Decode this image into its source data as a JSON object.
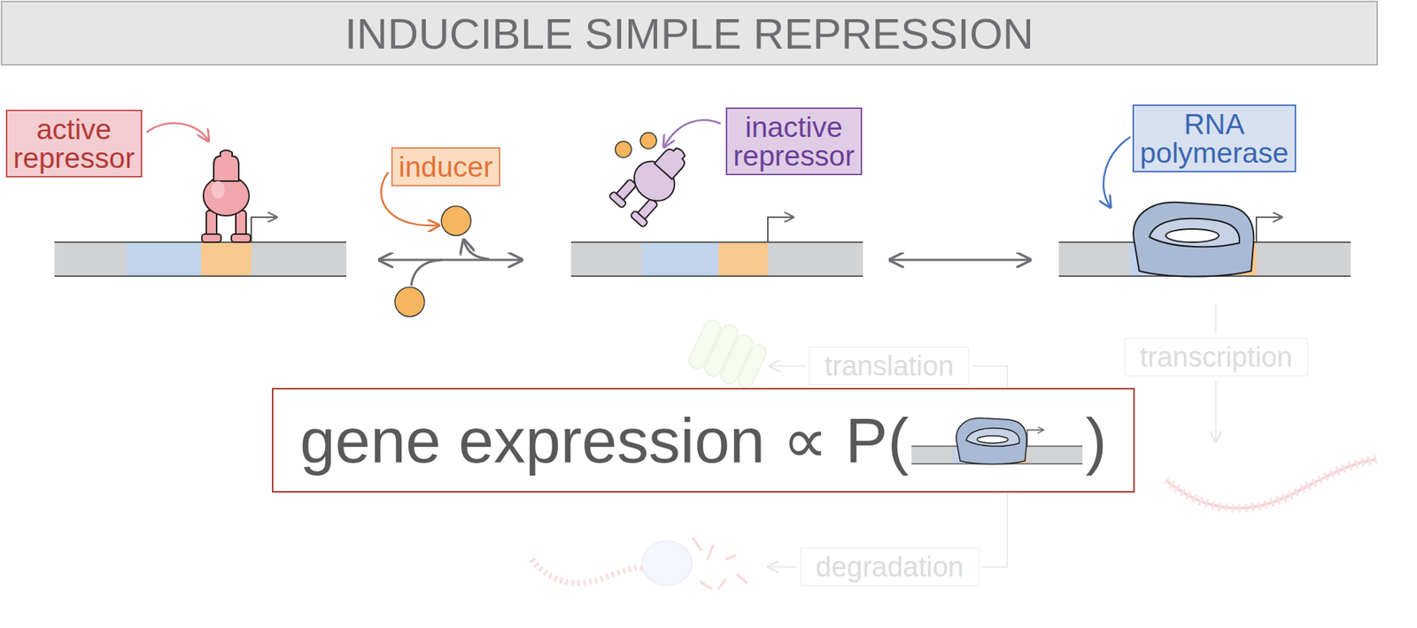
{
  "diagram": {
    "title": "INDUCIBLE SIMPLE REPRESSION",
    "nodes": [
      {
        "text": [
          "active repressor"
        ]
      },
      {
        "text": [
          "inducer"
        ]
      },
      {
        "text": [
          "inactive repressor"
        ]
      },
      {
        "text": [
          "RNA polymerase"
        ]
      },
      {
        "text": [
          "transcription"
        ]
      },
      {
        "text": [
          "translation"
        ]
      },
      {
        "text": [
          "gene expression ∝ P(",
          ")"
        ]
      },
      {
        "text": [
          "degradation"
        ]
      }
    ]
  }
}
